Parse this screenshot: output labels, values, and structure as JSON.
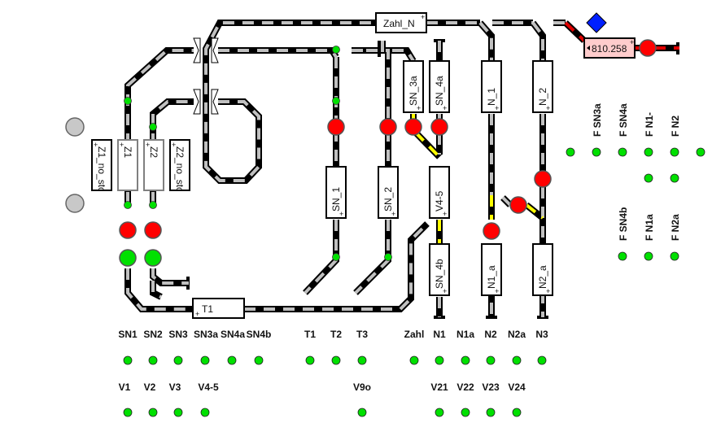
{
  "colors": {
    "track": "#000000",
    "dash": "#c0c0c0",
    "occupied": "#ffff00",
    "reserved": "#e00000",
    "signal_red": "#ff0000",
    "signal_green": "#00e000",
    "indicator": "#00e000",
    "idle": "#c8c8c8",
    "counter_bg": "#ffcccc",
    "diamond": "#0020ff"
  },
  "blocks": {
    "zahl_n": "Zahl_N",
    "t1": "T1",
    "z1_no_stop": "Z1_no_sto",
    "z1": "Z1",
    "z2": "Z2",
    "z2_no_stop": "Z2_no_sto",
    "sn_3a": "SN_3a",
    "sn_4a": "SN_4a",
    "n_1": "N_1",
    "n_2": "N_2",
    "sn_1": "SN_1",
    "sn_2": "SN_2",
    "v4_5": "V4-5",
    "sn_4b": "SN_4b",
    "n1_a": "N1_a",
    "n2_a": "N2_a"
  },
  "counter": {
    "value": "810.258",
    "plus": "+"
  },
  "block_plus": "+",
  "feedback_top": [
    {
      "label": "F SN3a",
      "state": "active"
    },
    {
      "label": "F SN4a",
      "state": "active"
    },
    {
      "label": "F N1-",
      "state": "active"
    },
    {
      "label": "F N2",
      "state": "active"
    }
  ],
  "feedback_bottom": [
    {
      "label": "F SN4b",
      "state": "active"
    },
    {
      "label": "F N1a",
      "state": "active"
    },
    {
      "label": "F N2a",
      "state": "active"
    }
  ],
  "route_buttons_row1": [
    {
      "label": "SN1"
    },
    {
      "label": "SN2"
    },
    {
      "label": "SN3"
    },
    {
      "label": "SN3a"
    },
    {
      "label": "SN4a"
    },
    {
      "label": "SN4b"
    },
    {
      "label": "T1"
    },
    {
      "label": "T2"
    },
    {
      "label": "T3"
    },
    {
      "label": "Zahl"
    },
    {
      "label": "N1"
    },
    {
      "label": "N1a"
    },
    {
      "label": "N2"
    },
    {
      "label": "N2a"
    },
    {
      "label": "N3"
    }
  ],
  "route_buttons_row2": [
    {
      "label": "V1"
    },
    {
      "label": "V2"
    },
    {
      "label": "V3"
    },
    {
      "label": "V4-5"
    },
    {
      "label": "V9o"
    },
    {
      "label": "V21"
    },
    {
      "label": "V22"
    },
    {
      "label": "V23"
    },
    {
      "label": "V24"
    }
  ]
}
